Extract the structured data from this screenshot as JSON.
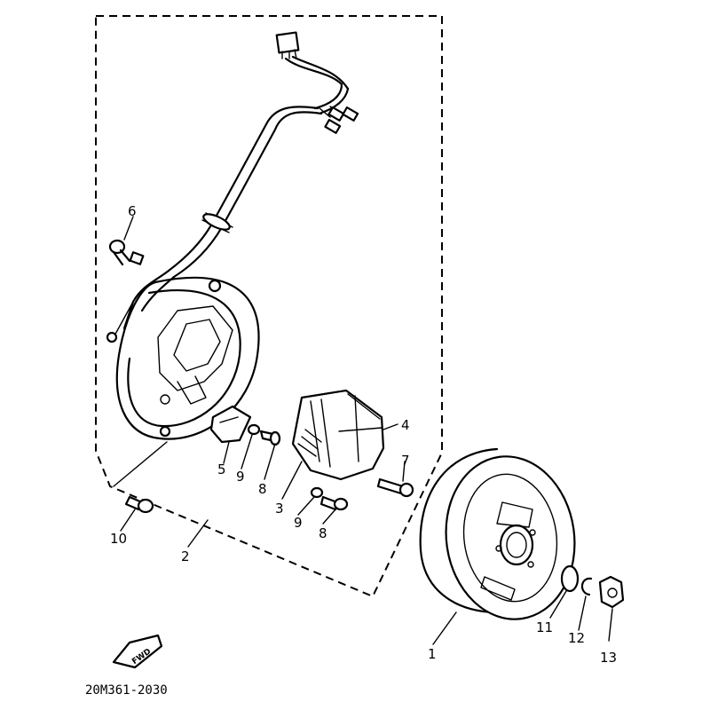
{
  "callouts": [
    {
      "id": "1",
      "text": "1"
    },
    {
      "id": "2",
      "text": "2"
    },
    {
      "id": "3",
      "text": "3"
    },
    {
      "id": "4",
      "text": "4"
    },
    {
      "id": "5",
      "text": "5"
    },
    {
      "id": "6",
      "text": "6"
    },
    {
      "id": "7",
      "text": "7"
    },
    {
      "id": "8a",
      "text": "8"
    },
    {
      "id": "8b",
      "text": "8"
    },
    {
      "id": "9a",
      "text": "9"
    },
    {
      "id": "9b",
      "text": "9"
    },
    {
      "id": "10",
      "text": "10"
    },
    {
      "id": "11",
      "text": "11"
    },
    {
      "id": "12",
      "text": "12"
    },
    {
      "id": "13",
      "text": "13"
    }
  ],
  "fwd_arrow_label": "FWD",
  "drawing_code": "20M361-2030"
}
